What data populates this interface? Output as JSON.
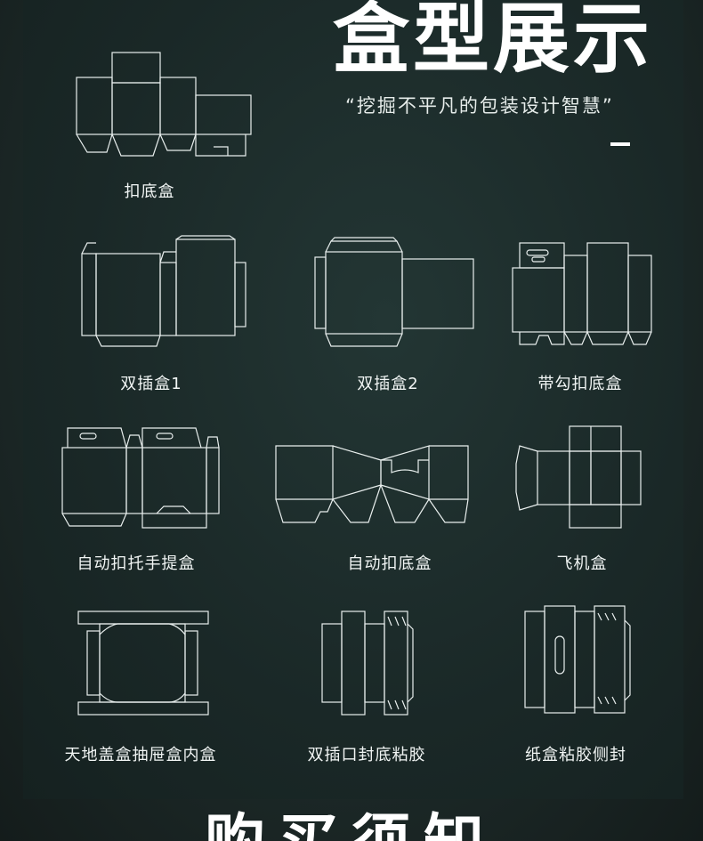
{
  "header": {
    "title": "盒型展示",
    "subtitle": "“挖掘不平凡的包装设计智慧”"
  },
  "boxes": [
    {
      "label": "扣底盒",
      "icon": "box-die-line-icon"
    },
    {
      "label": "双插盒1",
      "icon": "box-die-line-icon"
    },
    {
      "label": "双插盒2",
      "icon": "box-die-line-icon"
    },
    {
      "label": "带勾扣底盒",
      "icon": "box-die-line-icon"
    },
    {
      "label": "自动扣托手提盒",
      "icon": "box-die-line-icon"
    },
    {
      "label": "自动扣底盒",
      "icon": "box-die-line-icon"
    },
    {
      "label": "飞机盒",
      "icon": "box-die-line-icon"
    },
    {
      "label": "天地盖盒抽屉盒内盒",
      "icon": "box-die-line-icon"
    },
    {
      "label": "双插口封底粘胶",
      "icon": "box-die-line-icon"
    },
    {
      "label": "纸盒粘胶侧封",
      "icon": "box-die-line-icon"
    }
  ],
  "footer": {
    "title": "购买须知"
  },
  "colors": {
    "background": "#16201f",
    "panel": "#1f2f2e",
    "line": "#e9efee",
    "text": "#ffffff"
  }
}
